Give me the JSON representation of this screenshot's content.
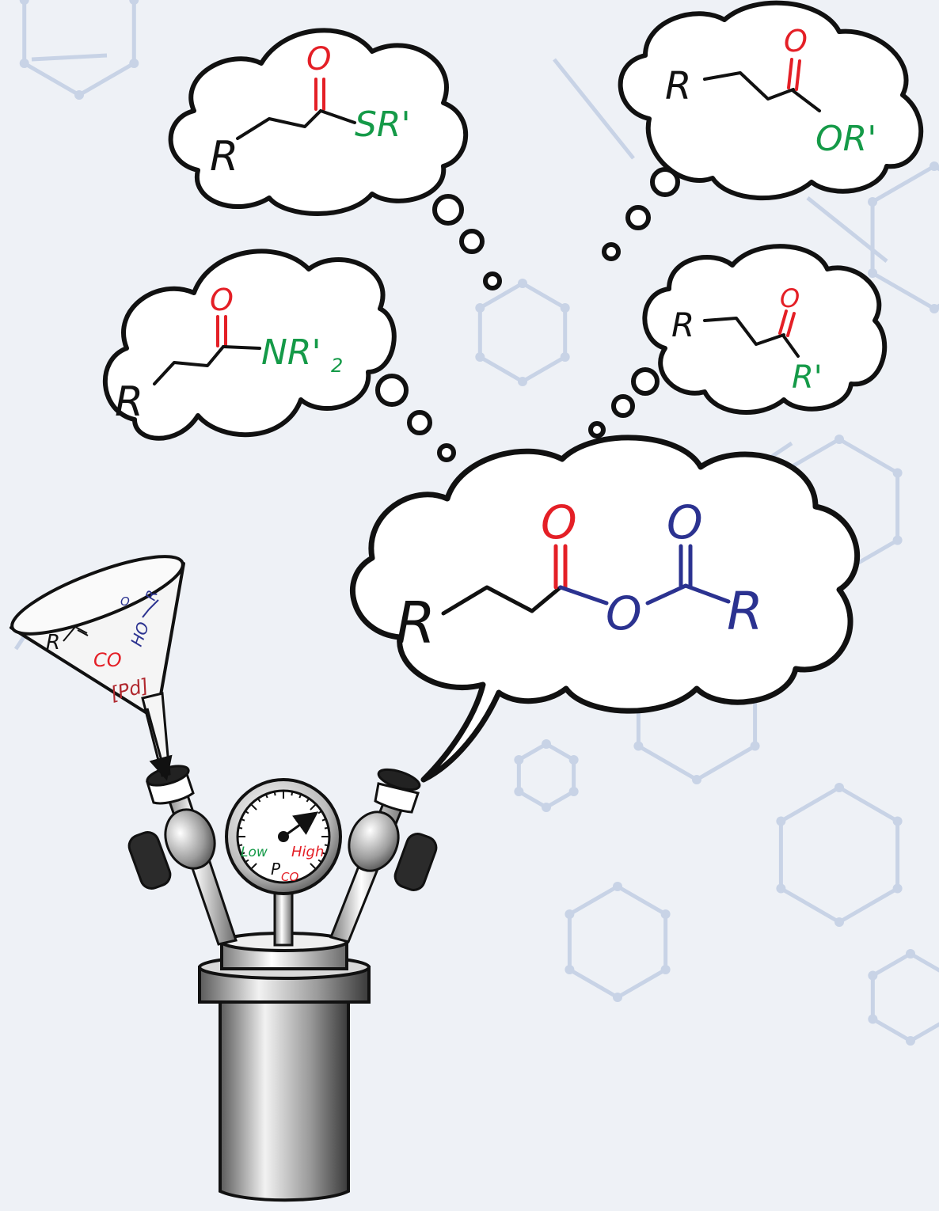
{
  "colors": {
    "background": "#eef1f6",
    "hexagon_network": "#c8d3e6",
    "ink": "#111111",
    "carbonyl_oxygen": "#e41f26",
    "substituent_green": "#159a48",
    "anhydride_blue": "#2b3290",
    "pd_label": "#b0282e"
  },
  "main_bubble": {
    "r": "R",
    "carbonyl_o": "O",
    "bridge_o": "O",
    "second_carbonyl_o": "O",
    "second_r": "R"
  },
  "thought_thioester": {
    "r": "R",
    "carbonyl_o": "O",
    "group": "SR'"
  },
  "thought_ester": {
    "r": "R",
    "carbonyl_o": "O",
    "group": "OR'"
  },
  "thought_amide": {
    "r": "R",
    "carbonyl_o": "O",
    "group": "NR'",
    "subscript": "2"
  },
  "thought_ketone": {
    "r": "R",
    "carbonyl_o": "O",
    "group": "R'"
  },
  "funnel": {
    "alkene_r": "R",
    "co": "CO",
    "acid_ho": "HO",
    "acid_o": "O",
    "acid_r": "R",
    "catalyst": "[Pd]"
  },
  "gauge": {
    "low": "Low",
    "high": "High",
    "p": "P",
    "p_subscript": "CO"
  },
  "icons": [
    "thought-bubble-icon",
    "funnel-icon",
    "pressure-gauge-icon",
    "reactor-icon",
    "valve-icon"
  ]
}
